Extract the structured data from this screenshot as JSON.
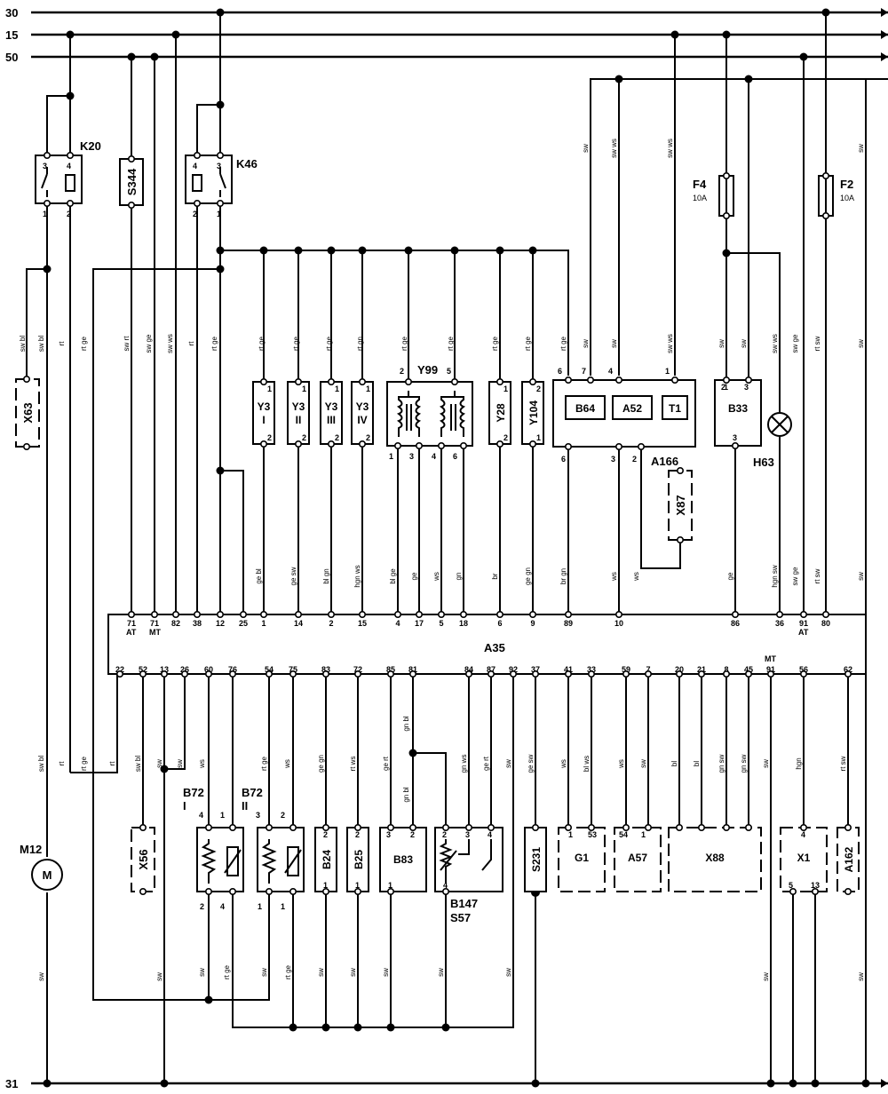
{
  "rails": {
    "r30": "30",
    "r15": "15",
    "r50": "50",
    "r31": "31"
  },
  "components": {
    "K20": "K20",
    "K46": "K46",
    "S344": "S344",
    "X63": "X63",
    "Y3_I": "Y3",
    "Y3_I_n": "I",
    "Y3_II": "Y3",
    "Y3_II_n": "II",
    "Y3_III": "Y3",
    "Y3_III_n": "III",
    "Y3_IV": "Y3",
    "Y3_IV_n": "IV",
    "Y99": "Y99",
    "Y28": "Y28",
    "Y104": "Y104",
    "A166": "A166",
    "B64": "B64",
    "A52": "A52",
    "T1": "T1",
    "B33": "B33",
    "H63": "H63",
    "X87": "X87",
    "F4": "F4",
    "F4_rating": "10A",
    "F2": "F2",
    "F2_rating": "10A",
    "A35": "A35",
    "M12": "M12",
    "M": "M",
    "X56": "X56",
    "B72_I": "B72",
    "B72_I_n": "I",
    "B72_II": "B72",
    "B72_II_n": "II",
    "B24": "B24",
    "B25": "B25",
    "B83": "B83",
    "B147": "B147",
    "S57": "S57",
    "S231": "S231",
    "G1": "G1",
    "A57": "A57",
    "X88": "X88",
    "X1": "X1",
    "A162": "A162"
  },
  "a35_top_pins": [
    "71",
    "71",
    "82",
    "38",
    "12",
    "25",
    "1",
    "14",
    "2",
    "15",
    "4",
    "17",
    "5",
    "18",
    "6",
    "9",
    "89",
    "10",
    "86",
    "36",
    "91",
    "80"
  ],
  "a35_top_sub": {
    "at": "AT",
    "mt": "MT",
    "at2": "AT"
  },
  "a35_bottom_pins": [
    "22",
    "52",
    "13",
    "26",
    "60",
    "76",
    "54",
    "75",
    "83",
    "72",
    "85",
    "81",
    "84",
    "87",
    "92",
    "37",
    "41",
    "33",
    "59",
    "7",
    "20",
    "21",
    "8",
    "45",
    "91",
    "56",
    "62"
  ],
  "a35_bottom_sub": {
    "mt": "MT"
  },
  "wire_colors": [
    "sw bl",
    "sw bl",
    "rt",
    "rt ge",
    "sw rt",
    "sw ge",
    "sw ws",
    "rt",
    "rt ge",
    "rt ge",
    "rt ge",
    "rt ge",
    "rt gn",
    "rt ge",
    "rt ge",
    "rt ge",
    "rt ge",
    "rt ge",
    "sw",
    "sw",
    "sw ws",
    "sw ws",
    "sw",
    "sw ws",
    "sw ge",
    "rt sw",
    "sw",
    "sw",
    "sw",
    "sw ws",
    "sw",
    "ge bl",
    "ge sw",
    "bl gn",
    "hgn ws",
    "bl ge",
    "ge",
    "ws",
    "gn",
    "br",
    "ge gn",
    "br gn",
    "ws",
    "ws",
    "ge",
    "hgn sw",
    "sw ge",
    "rt sw",
    "sw",
    "sw bl",
    "rt",
    "rt ge",
    "rt",
    "sw bl",
    "sw",
    "sw",
    "ws",
    "rt ge",
    "ws",
    "ge gn",
    "rt ws",
    "ge rt",
    "gn bl",
    "gn bl",
    "gn ws",
    "ge rt",
    "sw",
    "ge sw",
    "ws",
    "bl ws",
    "ws",
    "sw",
    "bl",
    "bl",
    "gn sw",
    "gn sw",
    "sw",
    "hgn",
    "rt sw",
    "sw",
    "sw",
    "sw",
    "rt ge",
    "sw",
    "rt ge",
    "sw",
    "sw",
    "sw",
    "sw",
    "sw",
    "sw",
    "sw"
  ],
  "pin_numbers": [
    "3",
    "4",
    "1",
    "2",
    "4",
    "3",
    "2",
    "1",
    "1",
    "2",
    "1",
    "2",
    "1",
    "2",
    "1",
    "2",
    "2",
    "5",
    "1",
    "3",
    "4",
    "6",
    "1",
    "2",
    "2",
    "1",
    "6",
    "7",
    "4",
    "1",
    "6",
    "3",
    "2",
    "1",
    "2",
    "3",
    "3",
    "4",
    "1",
    "2",
    "4",
    "3",
    "2",
    "1",
    "1",
    "2",
    "1",
    "2",
    "1",
    "3",
    "2",
    "1",
    "2",
    "3",
    "4",
    "4",
    "1",
    "53",
    "54",
    "1",
    "4",
    "5",
    "13"
  ]
}
